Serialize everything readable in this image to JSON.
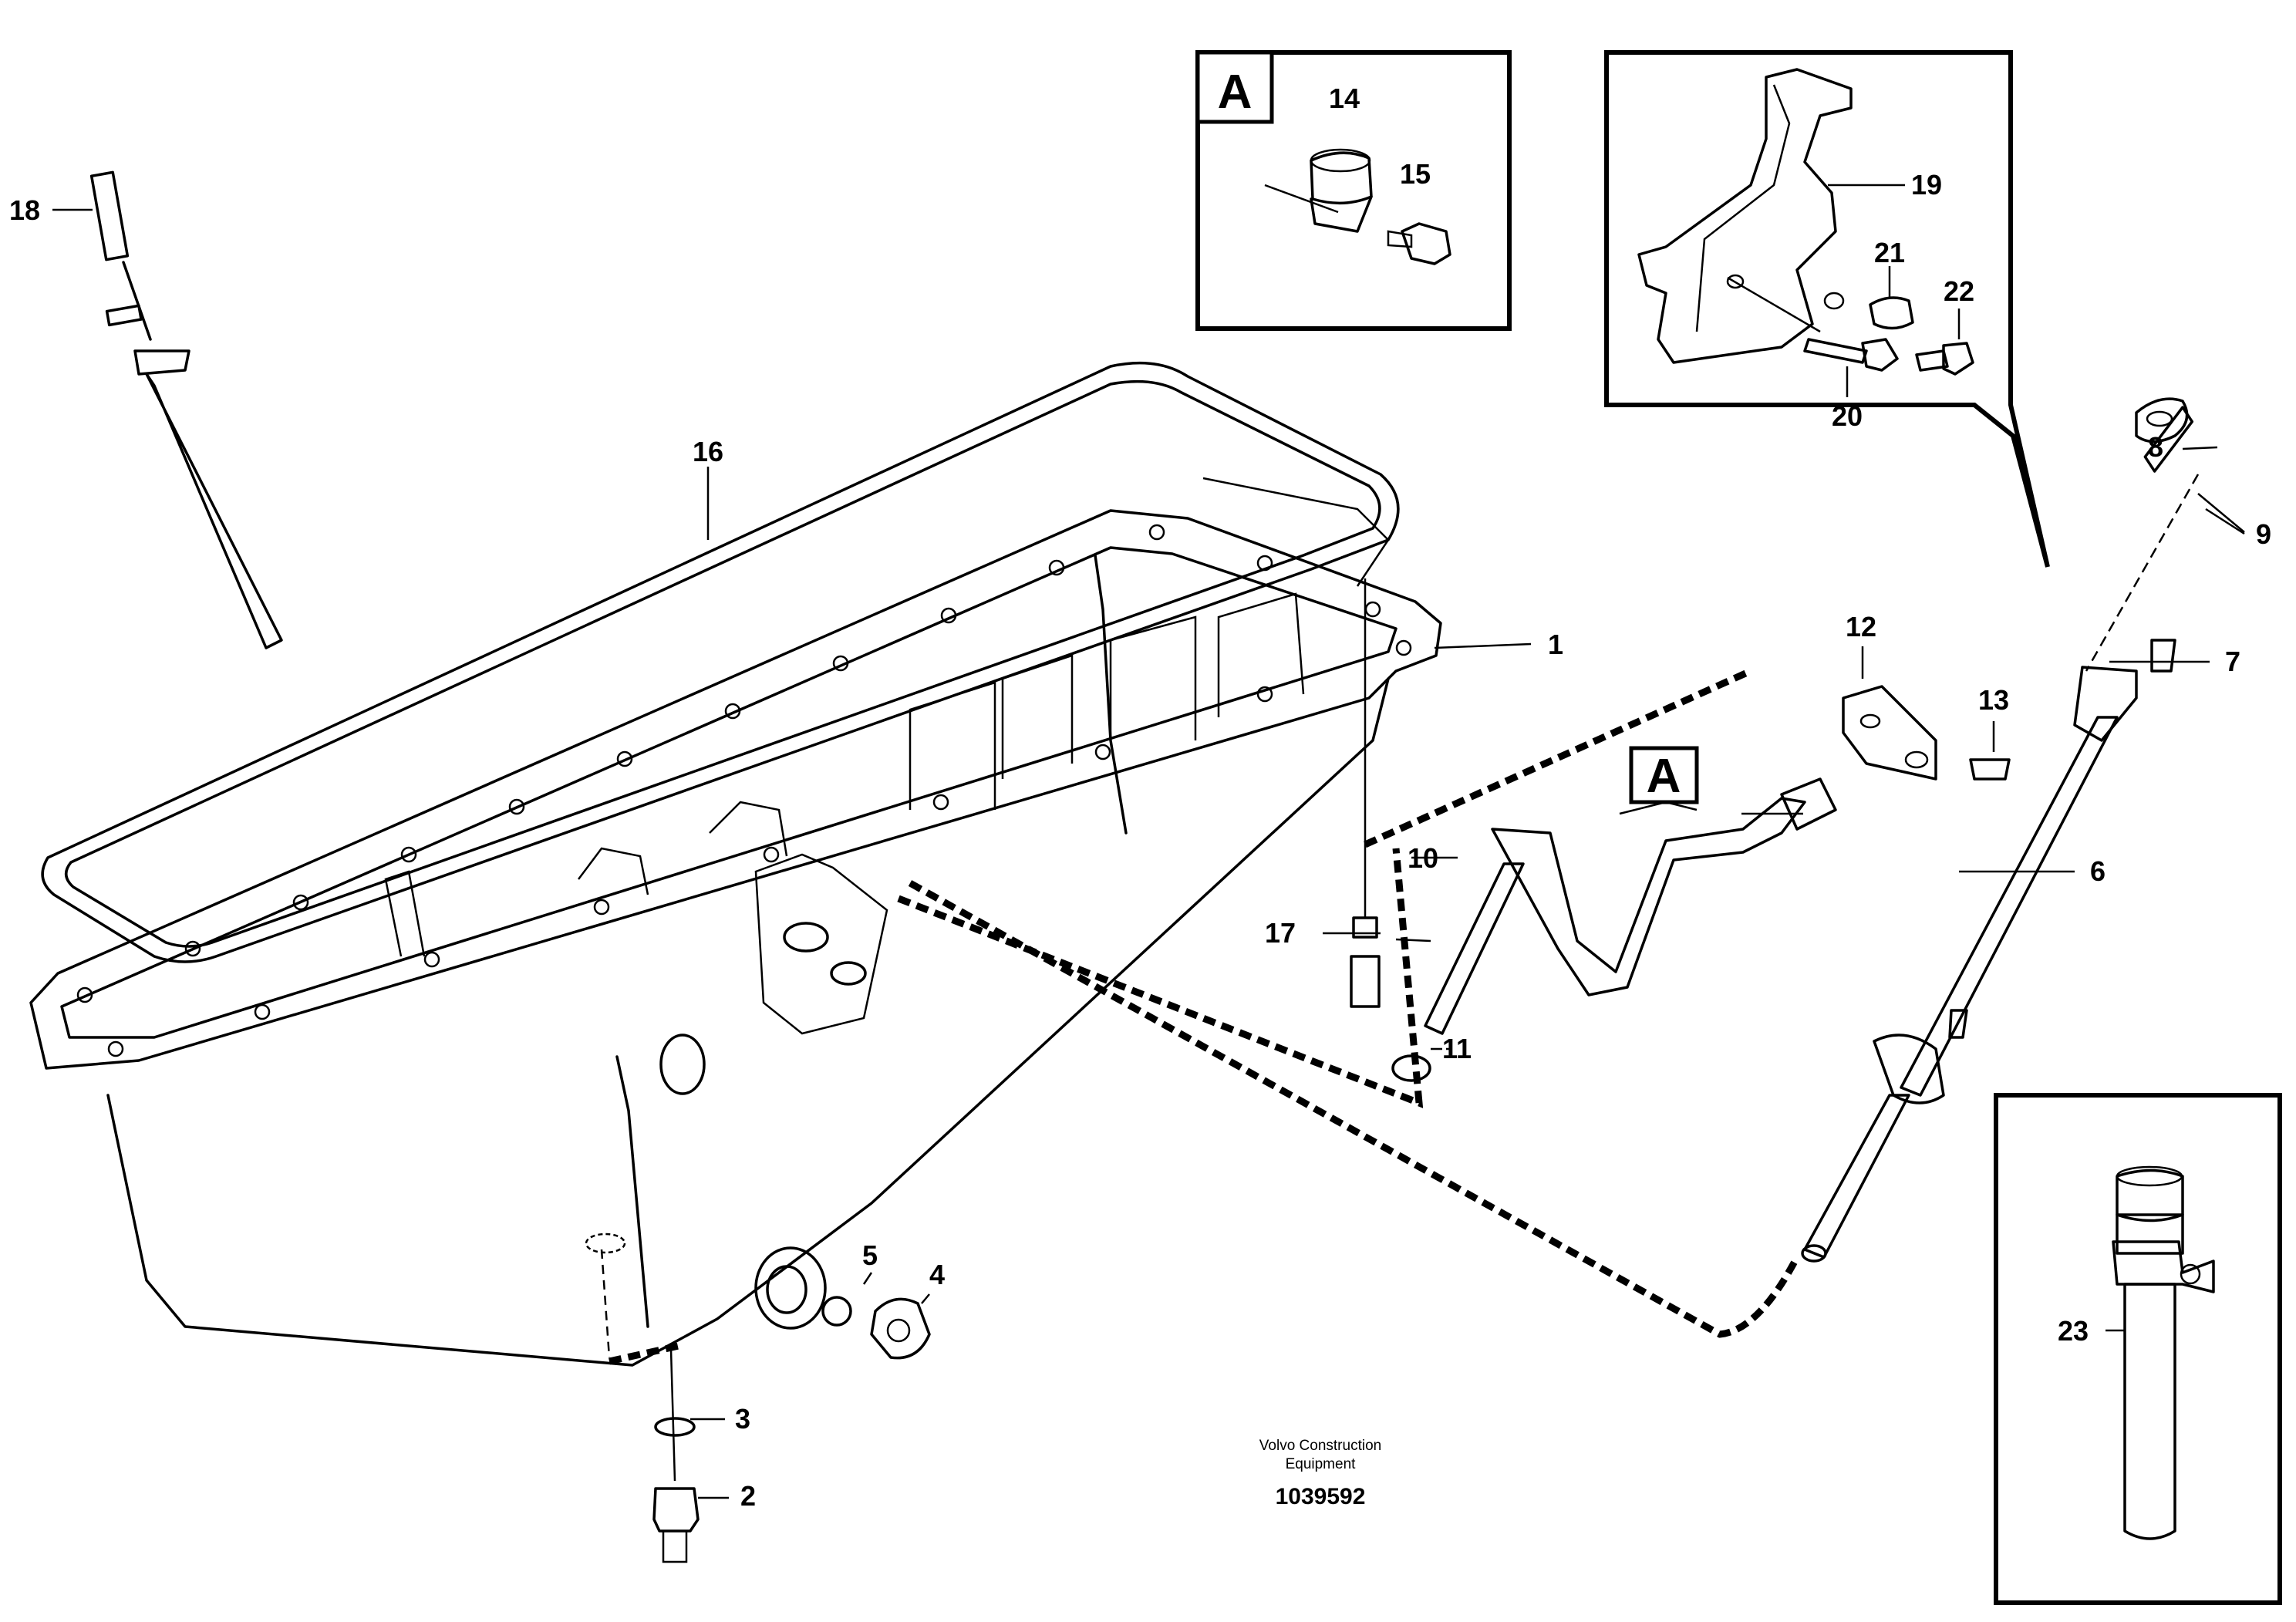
{
  "detail_marker": "A",
  "inset_a": {
    "label": "A"
  },
  "callouts": [
    "1",
    "2",
    "3",
    "4",
    "5",
    "6",
    "7",
    "8",
    "9",
    "10",
    "11",
    "12",
    "13",
    "14",
    "15",
    "16",
    "17",
    "18",
    "19",
    "20",
    "21",
    "22",
    "23"
  ],
  "caption": {
    "line1": "Volvo Construction",
    "line2": "Equipment",
    "drawing_number": "1039592"
  }
}
